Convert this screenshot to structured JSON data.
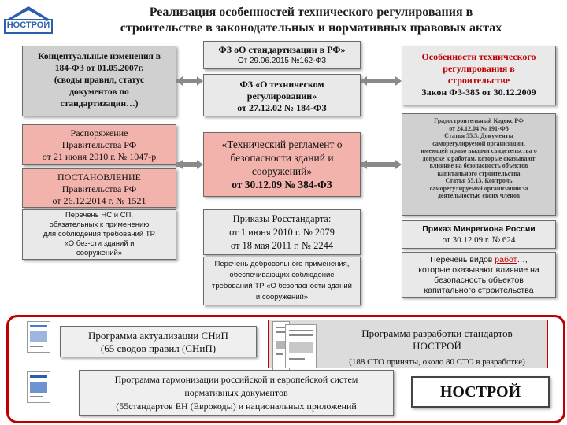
{
  "header": {
    "title_line1": "Реализация особенностей технического регулирования в",
    "title_line2": "строительстве в законодательных и нормативных правовых актах",
    "logo_text": "НОСТРОЙ"
  },
  "left": {
    "concept": [
      "Концептуальные изменения в",
      "184-ФЗ от 01.05.2007г.",
      "(своды правил, статус",
      "документов по",
      "стандартизации…)"
    ],
    "order": [
      "Распоряжение",
      "Правительства РФ",
      "от 21 июня 2010 г. № 1047-р"
    ],
    "resolution": [
      "ПОСТАНОВЛЕНИЕ",
      "Правительства РФ",
      "от 26.12.2014 г. № 1521"
    ],
    "list": [
      "Перечень НС и СП,",
      "обязательных к применению",
      "для соблюдения требований ТР",
      "«О без-сти зданий и",
      "сооружений»"
    ]
  },
  "center": {
    "fz162_title": "ФЗ оО стандартизации в РФ»",
    "fz162_sub": "От 29.06.2015 №162-ФЗ",
    "fz184": [
      "ФЗ «О техническом",
      "регулировании»",
      "от 27.12.02 № 184-ФЗ"
    ],
    "fz384": [
      "«Технический регламент о",
      "безопасности зданий и",
      "сооружений»",
      "от 30.12.09 № 384-ФЗ"
    ],
    "rosstandart": [
      "Приказы Росстандарта:",
      "от 1 июня 2010 г. № 2079",
      "от 18 мая 2011 г. № 2244"
    ],
    "voluntary": [
      "Перечень добровольного применения,",
      "обеспечивающих соблюдение",
      "требований ТР «О безопасности зданий",
      "и сооружений»"
    ]
  },
  "right": {
    "fz385": [
      "Особенности технического",
      "регулирования в",
      "строительстве",
      "Закон ФЗ-385 от 30.12.2009"
    ],
    "gradcode": [
      "Градостроительный Кодекс РФ",
      "от 24.12.04 № 191-ФЗ",
      "Статья 55.5. Документы",
      "саморегулируемой организации,",
      "имеющей право выдачи свидетельства о",
      "допуске к работам, которые оказывают",
      "влияние на безопасность объектов",
      "капитального строительства",
      "Статья 55.13. Контроль",
      "саморегулируемой организации за",
      "деятельностью своих членов"
    ],
    "minregion": [
      "Приказ Минрегиона России",
      "от 30.12.09 г. № 624"
    ],
    "works_before": "Перечень видов ",
    "works_link": "работ",
    "works_after": "…,",
    "works_rest": [
      "которые оказывают влияние на",
      "безопасность объектов",
      "капитального строительства"
    ]
  },
  "bottom": {
    "snip": [
      "Программа актуализации СНиП",
      "(65 сводов правил (СНиП)"
    ],
    "nostroy_program": [
      "Программа разработки стандартов",
      "НОСТРОЙ"
    ],
    "sto": "(188 СТО приняты, около 80 СТО в разработке)",
    "harmonization": [
      "Программа гармонизации российской и европейской систем",
      "нормативных документов",
      "(55стандартов ЕН (Еврокоды) и национальных приложений"
    ],
    "nostroy_badge": "НОСТРОЙ"
  }
}
